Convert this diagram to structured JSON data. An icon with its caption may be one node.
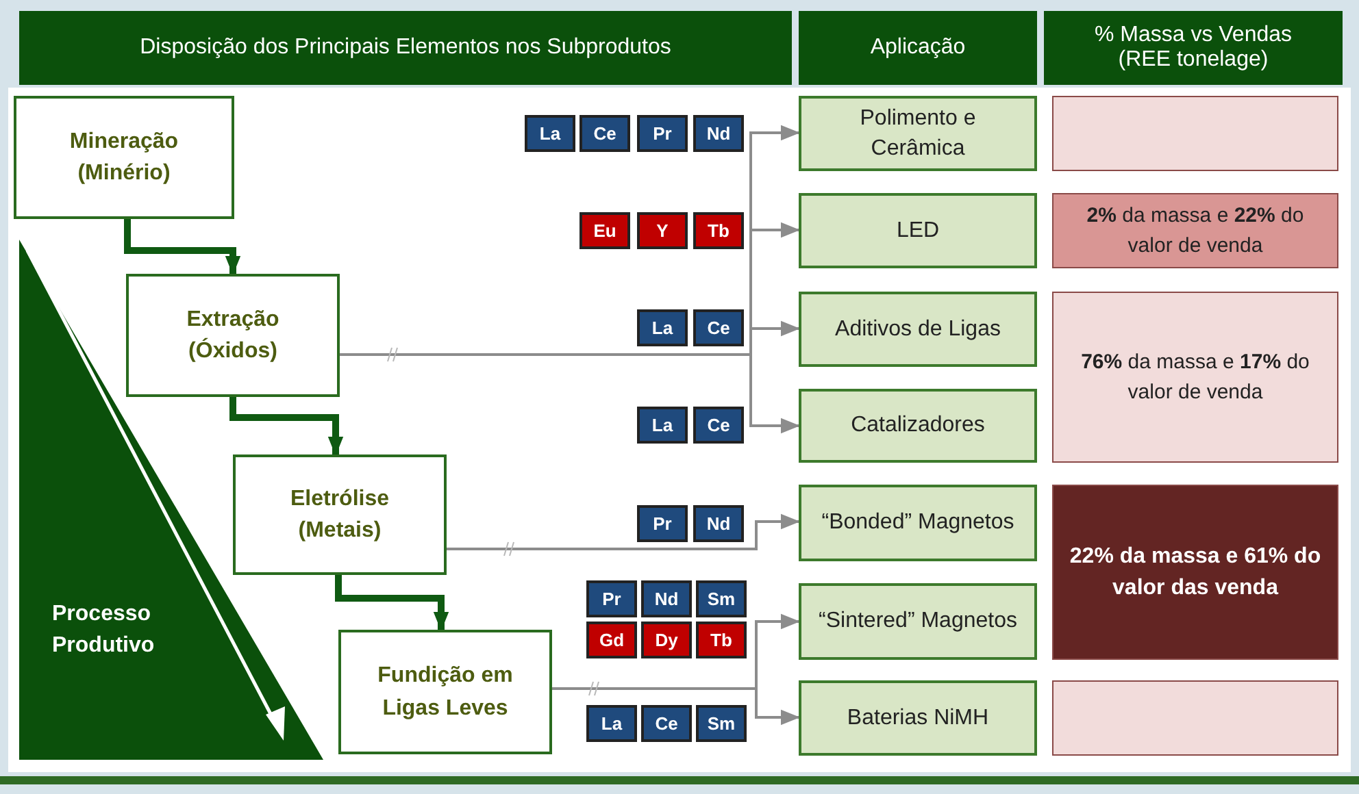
{
  "diagram": {
    "nodes": [
      {
        "text": [
          "Disposição dos Principais Elementos nos Subprodutos"
        ]
      },
      {
        "text": [
          "Aplicação"
        ]
      },
      {
        "text": [
          "% Massa vs Vendas (REE tonelage)"
        ]
      },
      {
        "text": [
          "Mineração (Minério)"
        ]
      },
      {
        "text": [
          "Extração (Óxidos)"
        ]
      },
      {
        "text": [
          "Eletrólise (Metais)"
        ]
      },
      {
        "text": [
          "Fundição em Ligas Leves"
        ]
      },
      {
        "text": [
          "Processo Produtivo"
        ]
      },
      {
        "text": [
          "Polimento e Cerâmica"
        ]
      },
      {
        "text": [
          "LED"
        ]
      },
      {
        "text": [
          "Aditivos de Ligas"
        ]
      },
      {
        "text": [
          "Catalizadores"
        ]
      },
      {
        "text": [
          "“Bonded” Magnetos"
        ]
      },
      {
        "text": [
          "“Sintered” Magnetos"
        ]
      },
      {
        "text": [
          "Baterias NiMH"
        ]
      },
      {
        "text": [],
        "shape": "box"
      },
      {
        "text": [
          "**2%** da massa e **22%** do valor de venda"
        ]
      },
      {
        "text": [
          "**76%** da massa e **17%** do valor de venda"
        ]
      },
      {
        "text": [
          "**22% da massa e 61% do valor das venda**"
        ]
      },
      {
        "text": [],
        "shape": "box"
      },
      {
        "text": [
          "La"
        ]
      },
      {
        "text": [
          "Ce"
        ]
      },
      {
        "text": [
          "Pr"
        ]
      },
      {
        "text": [
          "Nd"
        ]
      },
      {
        "text": [
          "Eu"
        ]
      },
      {
        "text": [
          "Y"
        ]
      },
      {
        "text": [
          "Tb"
        ]
      },
      {
        "text": [
          "La"
        ]
      },
      {
        "text": [
          "Ce"
        ]
      },
      {
        "text": [
          "La"
        ]
      },
      {
        "text": [
          "Ce"
        ]
      },
      {
        "text": [
          "Pr"
        ]
      },
      {
        "text": [
          "Nd"
        ]
      },
      {
        "text": [
          "Pr"
        ]
      },
      {
        "text": [
          "Nd"
        ]
      },
      {
        "text": [
          "Sm"
        ]
      },
      {
        "text": [
          "Gd"
        ]
      },
      {
        "text": [
          "Dy"
        ]
      },
      {
        "text": [
          "Tb"
        ]
      },
      {
        "text": [
          "La"
        ]
      },
      {
        "text": [
          "Ce"
        ]
      },
      {
        "text": [
          "Sm"
        ]
      }
    ],
    "edges": [
      {
        "from": 3,
        "to": 4,
        "arrow": "to",
        "style": "thick",
        "color": "#0f5a12"
      },
      {
        "from": 4,
        "to": 5,
        "arrow": "to",
        "style": "thick",
        "color": "#0f5a12"
      },
      {
        "from": 5,
        "to": 6,
        "arrow": "to",
        "style": "thick",
        "color": "#0f5a12"
      },
      {
        "from": 4,
        "to": 8,
        "arrow": "to"
      },
      {
        "from": 4,
        "to": 9,
        "arrow": "to"
      },
      {
        "from": 4,
        "to": 10,
        "arrow": "to"
      },
      {
        "from": 4,
        "to": 11,
        "arrow": "to"
      },
      {
        "from": 5,
        "to": 12,
        "arrow": "to"
      },
      {
        "from": 6,
        "to": 13,
        "arrow": "to"
      },
      {
        "from": 6,
        "to": 14,
        "arrow": "to"
      }
    ]
  }
}
